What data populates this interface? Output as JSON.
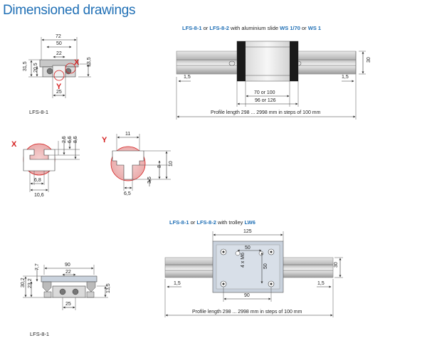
{
  "page_title": "Dimensioned drawings",
  "colors": {
    "accent": "#1f6fb5",
    "marker": "#d42020"
  },
  "top_section": {
    "caption_parts": [
      "LFS-8-1",
      " or ",
      "LFS-8-2",
      " with aluminium slide ",
      "WS 1/70",
      " or ",
      "WS 1"
    ],
    "profile_length": "Profile length 298 ... 2998 mm in steps of 100 mm",
    "dims": {
      "left_offset": "1,5",
      "right_offset": "1,5",
      "height": "30",
      "slide_inner": "70  or  100",
      "slide_outer": "96  or  126"
    }
  },
  "cross_section_1": {
    "label": "LFS-8-1",
    "dims": {
      "width": "72",
      "inner": "50",
      "center": "22",
      "h1": "31,5",
      "h2": "20,5",
      "h3": "13,5",
      "bottom": "25"
    },
    "markers": {
      "x": "X",
      "y": "Y"
    }
  },
  "detail_x": {
    "marker": "X",
    "dims": {
      "a": "2,5",
      "b": "6,5",
      "c": "8,5",
      "d": "6,8",
      "e": "10,6"
    }
  },
  "detail_y": {
    "marker": "Y",
    "dims": {
      "a": "11",
      "b": "8",
      "c": "10",
      "d": "3,5",
      "e": "6,5"
    }
  },
  "bottom_section": {
    "caption_parts": [
      "LFS-8-1",
      " or ",
      "LFS-8-2",
      " with trolley ",
      "LW6"
    ],
    "profile_length": "Profile length 298 ... 2998 mm in steps of 100 mm",
    "dims": {
      "width": "125",
      "top": "50",
      "bottom": "90",
      "side": "50",
      "holes": "4 x M6",
      "left_offset": "1,5",
      "right_offset": "1,5",
      "height": "30"
    }
  },
  "cross_section_2": {
    "label": "LFS-8-1",
    "dims": {
      "width": "90",
      "inner": "22",
      "h1": "30,2",
      "h2": "23,2",
      "h3": "7,7",
      "h4": "13,5",
      "bottom": "25"
    }
  }
}
